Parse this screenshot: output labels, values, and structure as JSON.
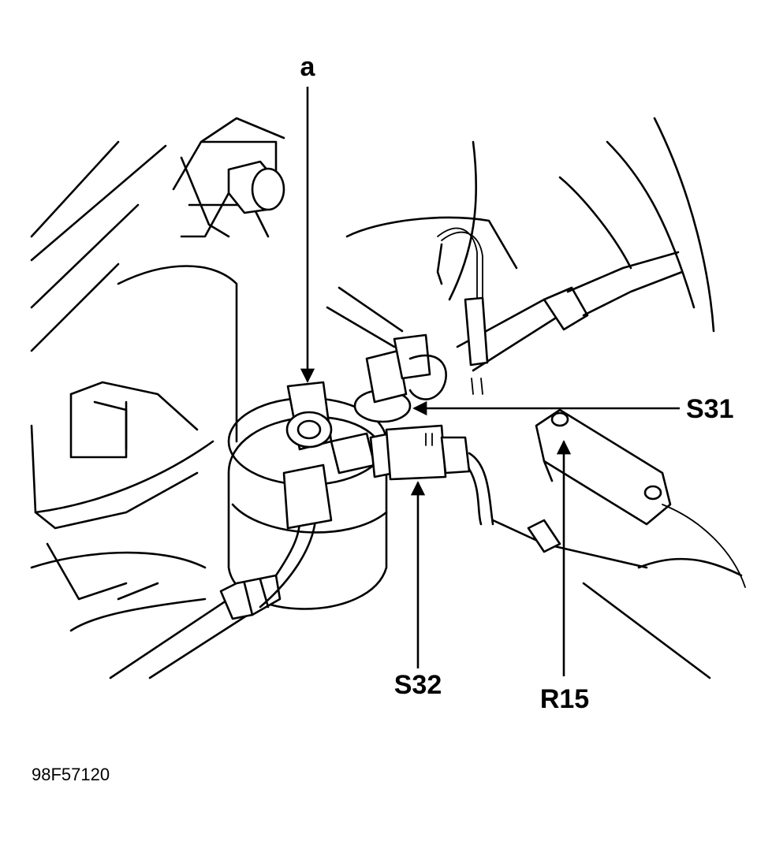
{
  "callouts": {
    "a": "a",
    "s31": "S31",
    "s32": "S32",
    "r15": "R15"
  },
  "reference_code": "98F57120"
}
